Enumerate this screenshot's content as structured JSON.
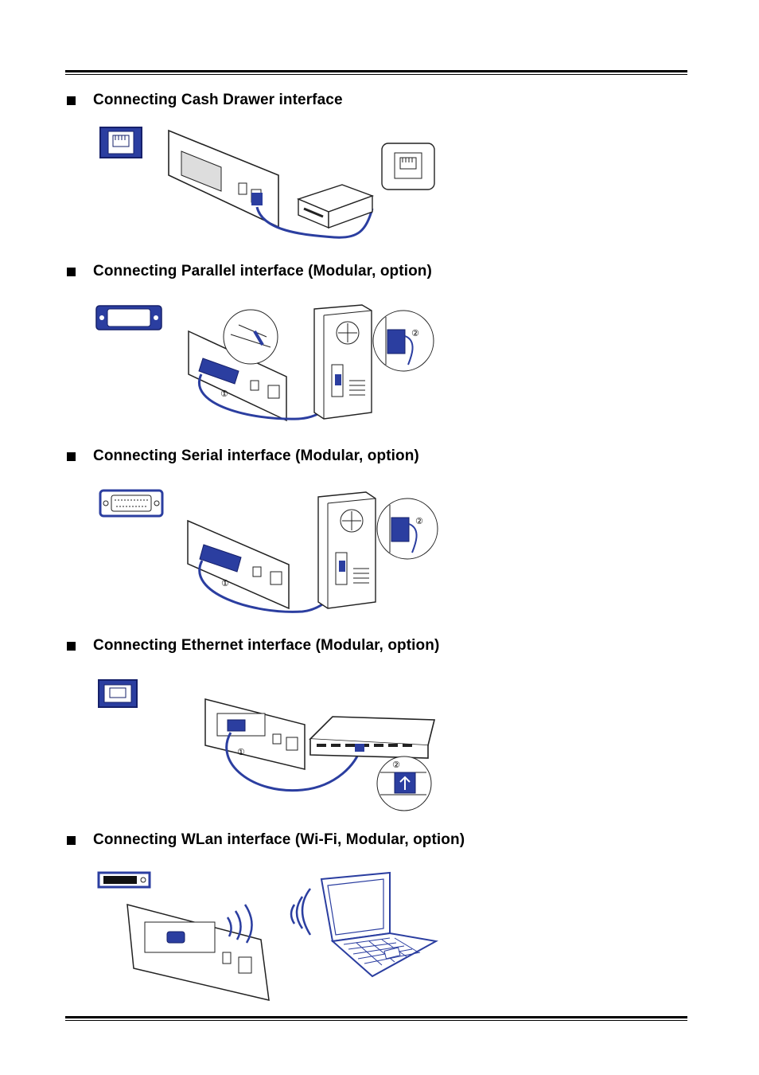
{
  "sections": [
    {
      "id": "cash-drawer",
      "heading": "Connecting Cash Drawer interface"
    },
    {
      "id": "parallel",
      "heading": "Connecting Parallel interface (Modular, option)",
      "step_markers": [
        "①",
        "②"
      ]
    },
    {
      "id": "serial",
      "heading": "Connecting Serial interface (Modular, option)",
      "step_markers": [
        "①",
        "②"
      ]
    },
    {
      "id": "ethernet",
      "heading": "Connecting Ethernet interface (Modular, option)",
      "step_markers": [
        "①",
        "②"
      ]
    },
    {
      "id": "wlan",
      "heading": "Connecting WLan interface (Wi-Fi, Modular, option)"
    }
  ],
  "colors": {
    "accent_blue": "#2b3ea0",
    "line_dark": "#222222",
    "rule": "#000000"
  }
}
